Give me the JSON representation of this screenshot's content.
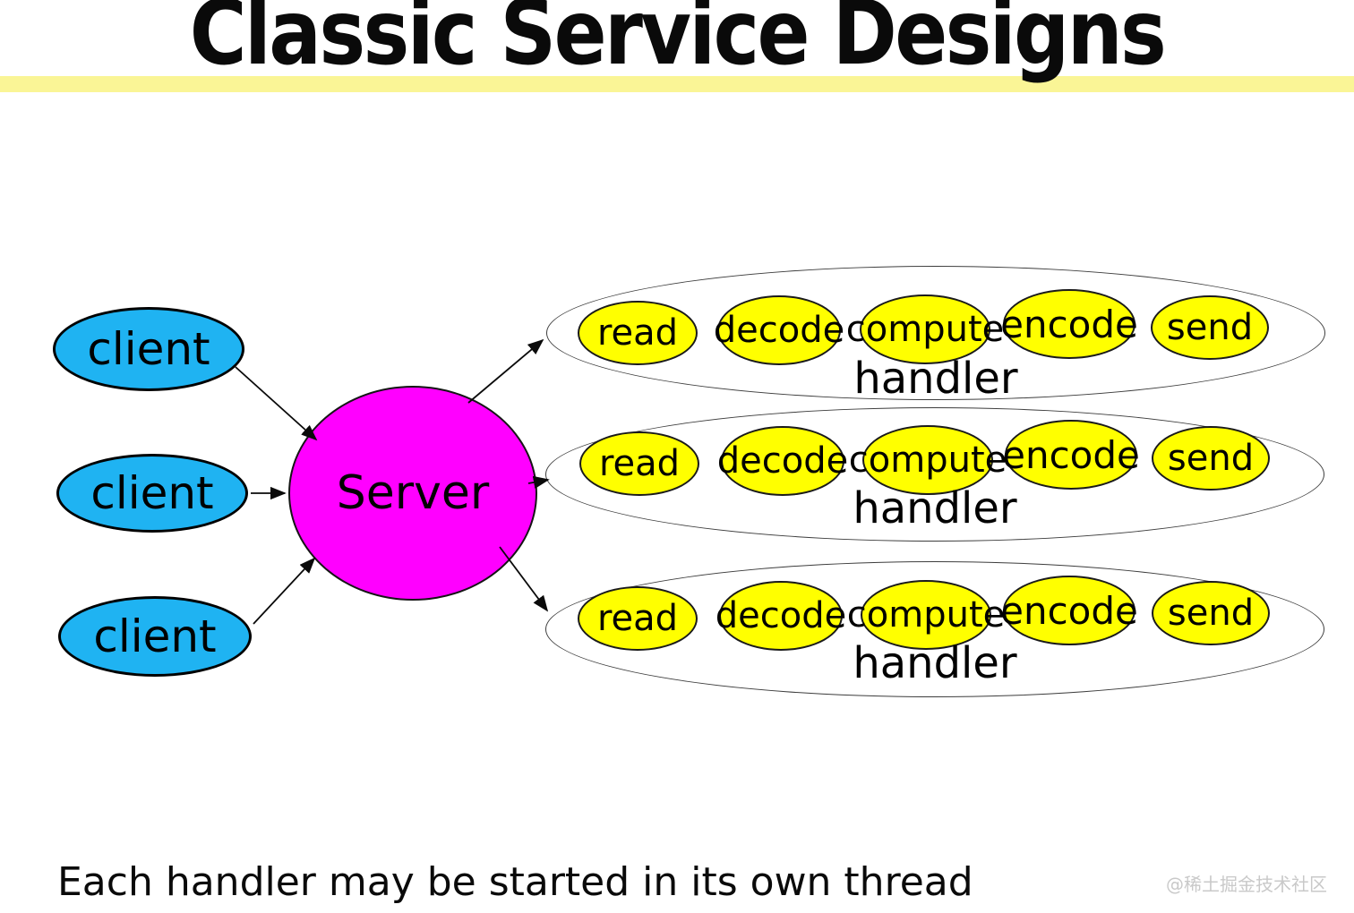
{
  "title": "Classic Service Designs",
  "clients": [
    {
      "label": "client"
    },
    {
      "label": "client"
    },
    {
      "label": "client"
    }
  ],
  "server": {
    "label": "Server"
  },
  "handlers": [
    {
      "label": "handler",
      "steps": [
        "read",
        "decode",
        "compute",
        "encode",
        "send"
      ]
    },
    {
      "label": "handler",
      "steps": [
        "read",
        "decode",
        "compute",
        "encode",
        "send"
      ]
    },
    {
      "label": "handler",
      "steps": [
        "read",
        "decode",
        "compute",
        "encode",
        "send"
      ]
    }
  ],
  "footer": "Each handler may be started in its own thread",
  "watermark": "@稀土掘金技术社区",
  "colors": {
    "client_fill": "#1FB3F2",
    "server_fill": "#FF00FF",
    "step_fill": "#FFFF00",
    "title_underline": "#FAF596",
    "text": "#000000",
    "watermark_text": "#C9C9C9"
  }
}
